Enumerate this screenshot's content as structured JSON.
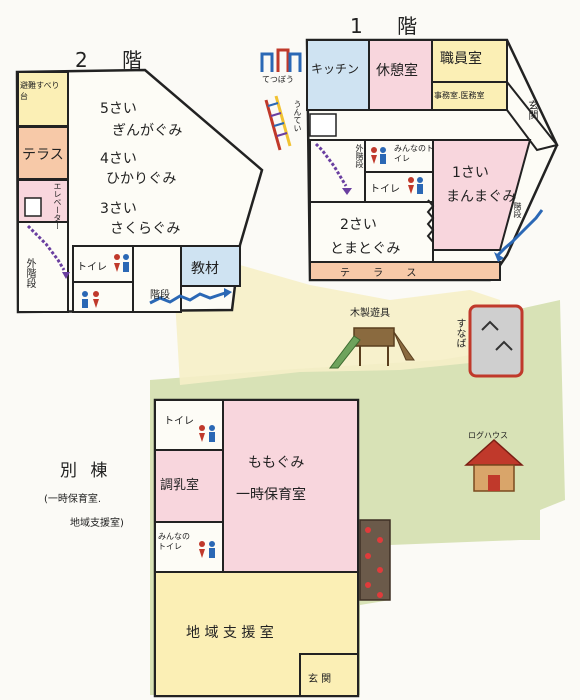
{
  "title": "",
  "floor2": {
    "title": "2 階",
    "evacuation_slide": "避難すべり台",
    "class5_age": "5さい",
    "class5_name": "ぎんがぐみ",
    "class4_age": "4さい",
    "class4_name": "ひかりぐみ",
    "class3_age": "3さい",
    "class3_name": "さくらぐみ",
    "terrace": "テラス",
    "elevator": "エレベーター",
    "outer_stairs": "外階段",
    "toilet": "トイレ",
    "materials": "教材",
    "stairs": "階段"
  },
  "floor1": {
    "title": "1 階",
    "tetsubou": "てつぼう",
    "untei": "うんてい",
    "kitchen": "キッチン",
    "break_room": "休憩室",
    "staff_room": "職員室",
    "office": "事務室.医務室",
    "entrance": "玄関",
    "outer_stairs": "外階段",
    "everyone_toilet": "みんなのトイレ",
    "toilet": "トイレ",
    "class1_age": "1さい",
    "class1_name": "まんまぐみ",
    "class2_age": "2さい",
    "class2_name": "とまとぐみ",
    "stairs": "階段",
    "terrace": "テ ラ ス"
  },
  "yard": {
    "playground": "木製遊具",
    "sandbox": "すなば",
    "log_house": "ログハウス"
  },
  "annex": {
    "title": "別 棟",
    "subtitle_1": "(一時保育室.",
    "subtitle_2": "地域支援室)",
    "toilet": "トイレ",
    "momo_name": "ももぐみ",
    "momo_room": "一時保育室",
    "nursing_room": "調乳室",
    "everyone_toilet": "みんなのトイレ",
    "support_room": "地 域 支 援 室",
    "entrance": "玄 関"
  },
  "colors": {
    "terrace": "#f7c9a8",
    "kitchen": "#cfe3f2",
    "pink_room": "#f8d6dd",
    "yellow": "#fbefb5",
    "lawn": "#d8e2b6",
    "flowerbed": "#6b5a4a",
    "slide": "#6ea35c",
    "logroof": "#c0392b",
    "blue_arrow": "#2b68b5",
    "purple_arrow": "#6a3fa0"
  }
}
